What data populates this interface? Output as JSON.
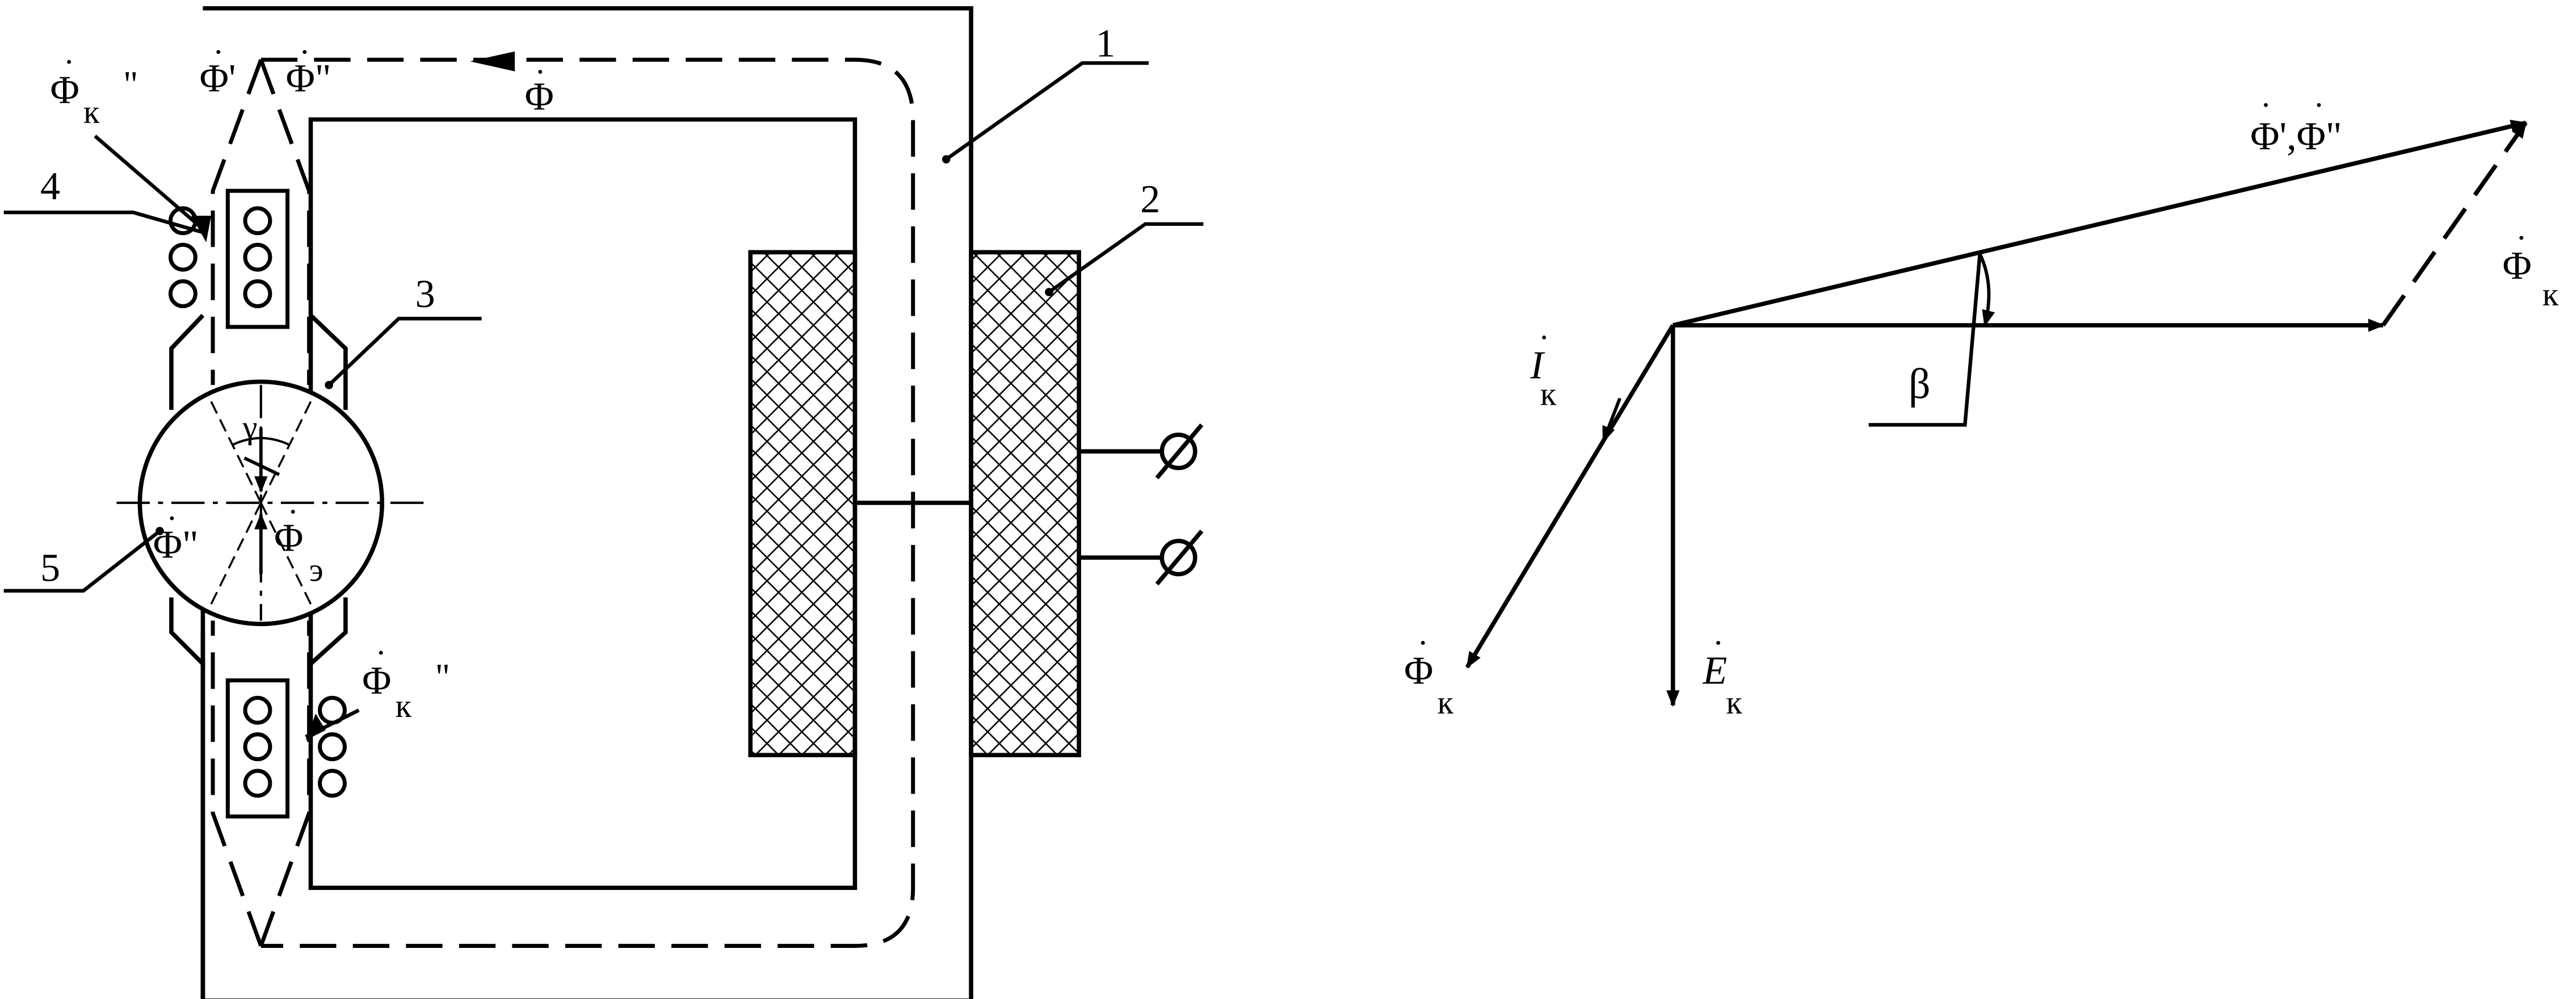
{
  "left_diagram": {
    "callouts": [
      "1",
      "2",
      "3",
      "4",
      "5"
    ],
    "flux_labels": {
      "main_flux": "Φ",
      "flux_prime": "Φ'",
      "flux_double_prime_top": "Φ\"",
      "flux_double_prime_disk": "Φ\"",
      "phi_k_top": "Φ",
      "phi_k_top_sub": "к",
      "phi_k_top_primes": "\"",
      "phi_k_bottom": "Φ",
      "phi_k_bottom_sub": "к",
      "phi_k_bottom_primes": "\"",
      "phi_e": "Φ",
      "phi_e_sub": "э",
      "gamma": "γ"
    }
  },
  "right_diagram": {
    "phi_sum_label": "Φ',Φ\"",
    "phi_k_right": "Φ",
    "phi_k_right_sub": "к",
    "beta": "β",
    "i_k": "I",
    "i_k_sub": "к",
    "e_k": "E",
    "e_k_sub": "к",
    "phi_k_bottom": "Φ",
    "phi_k_bottom_sub": "к"
  },
  "colors": {
    "line": "#000000",
    "background": "#ffffff"
  }
}
